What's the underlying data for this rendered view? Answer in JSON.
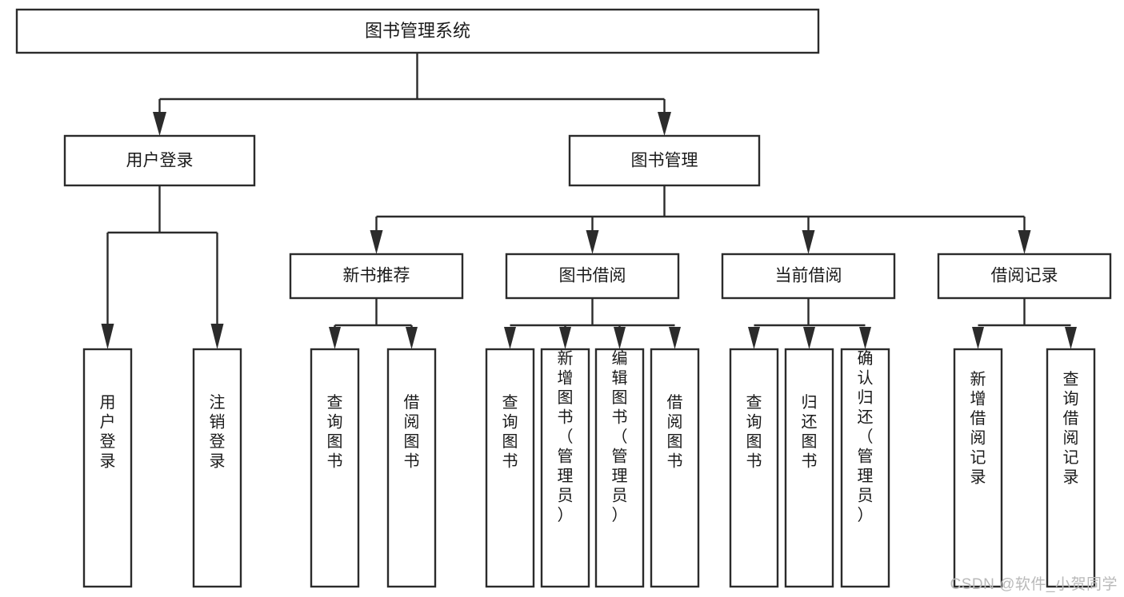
{
  "diagram": {
    "type": "tree",
    "title": "图书管理系统",
    "orientation": "top-down",
    "watermark": "CSDN @软件_小贺同学",
    "colors": {
      "box_fill": "#ffffff",
      "box_stroke": "#2b2b2b",
      "text": "#1a1a1a",
      "background": "#ffffff",
      "watermark": "#b9b9b9"
    },
    "levels": {
      "level1": {
        "root": {
          "label": "图书管理系统"
        }
      },
      "level2": [
        {
          "label": "用户登录"
        },
        {
          "label": "图书管理"
        }
      ],
      "level3": [
        {
          "label": "新书推荐"
        },
        {
          "label": "图书借阅"
        },
        {
          "label": "当前借阅"
        },
        {
          "label": "借阅记录"
        }
      ]
    },
    "leaves": {
      "user_login": [
        {
          "label": "用户登录"
        },
        {
          "label": "注销登录"
        }
      ],
      "new_book_recommend": [
        {
          "label": "查询图书"
        },
        {
          "label": "借阅图书"
        }
      ],
      "book_borrow": [
        {
          "label": "查询图书"
        },
        {
          "label": "新增图书（管理员）"
        },
        {
          "label": "编辑图书（管理员）"
        },
        {
          "label": "借阅图书"
        }
      ],
      "current_borrow": [
        {
          "label": "查询图书"
        },
        {
          "label": "归还图书"
        },
        {
          "label": "确认归还（管理员）"
        }
      ],
      "borrow_record": [
        {
          "label": "新增借阅记录"
        },
        {
          "label": "查询借阅记录"
        }
      ]
    }
  }
}
